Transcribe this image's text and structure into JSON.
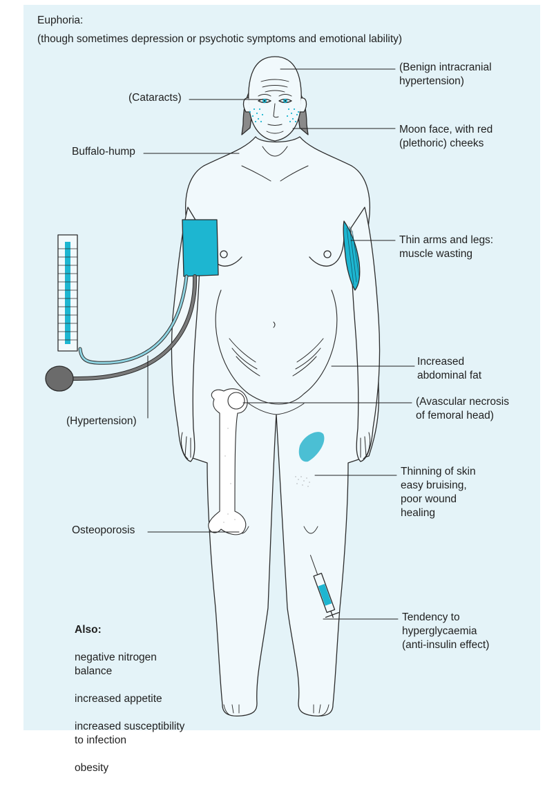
{
  "colors": {
    "panel_bg": "#e4f3f8",
    "body_fill": "#f1f9fc",
    "outline": "#2b2b2b",
    "accent": "#1db6d1",
    "hair": "#8a8a8a",
    "bulb": "#6b6b6b"
  },
  "header": {
    "line1": "Euphoria:",
    "line2": "(though sometimes depression or psychotic symptoms and emotional lability)"
  },
  "labels": {
    "benign_ih": "(Benign intracranial\nhypertension)",
    "cataracts": "(Cataracts)",
    "moon_face": "Moon face, with red\n(plethoric) cheeks",
    "buffalo_hump": "Buffalo-hump",
    "thin_arms": "Thin arms and legs:\nmuscle wasting",
    "abdominal_fat": "Increased\nabdominal fat",
    "avascular": "(Avascular necrosis\nof femoral head)",
    "hypertension": "(Hypertension)",
    "skin": "Thinning of skin\neasy bruising,\npoor wound\nhealing",
    "osteoporosis": "Osteoporosis",
    "hyperglycaemia": "Tendency to\nhyperglycaemia\n(anti-insulin effect)"
  },
  "also": {
    "title": "Also:",
    "items": [
      "negative nitrogen\n  balance",
      "increased appetite",
      "increased susceptibility\n  to infection",
      "obesity"
    ]
  }
}
